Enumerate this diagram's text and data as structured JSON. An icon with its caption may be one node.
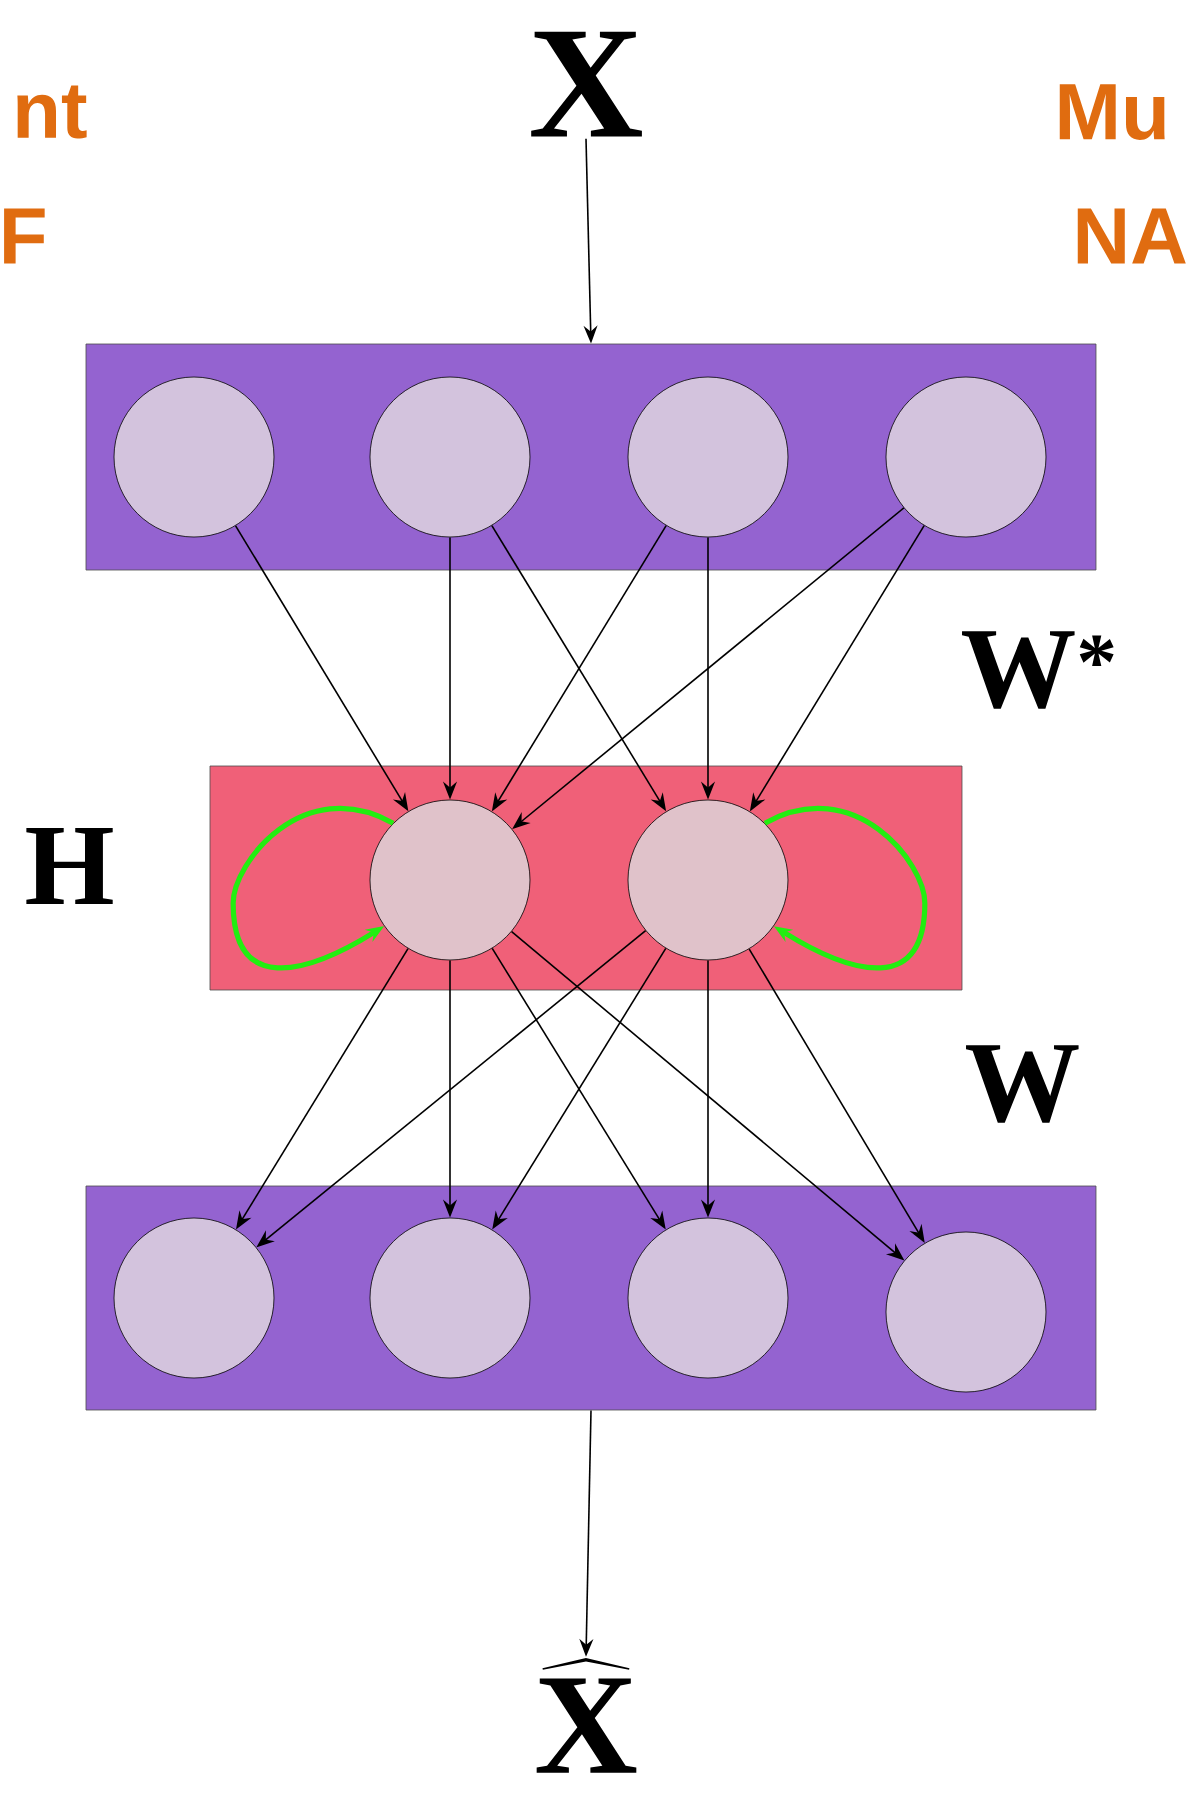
{
  "diagram": {
    "nodes": [
      {
        "text": [],
        "shape": "box"
      },
      {
        "text": [],
        "shape": "circle",
        "in": 0
      },
      {
        "text": [],
        "shape": "circle",
        "in": 0
      },
      {
        "text": [],
        "shape": "circle",
        "in": 0
      },
      {
        "text": [],
        "shape": "circle",
        "in": 0
      },
      {
        "text": [],
        "shape": "box"
      },
      {
        "text": [],
        "shape": "circle",
        "in": 5
      },
      {
        "text": [],
        "shape": "circle",
        "in": 5
      },
      {
        "text": [],
        "shape": "box"
      },
      {
        "text": [],
        "shape": "circle",
        "in": 8
      },
      {
        "text": [],
        "shape": "circle",
        "in": 8
      },
      {
        "text": [],
        "shape": "circle",
        "in": 8
      },
      {
        "text": [],
        "shape": "circle",
        "in": 8
      },
      {
        "text": [
          "X"
        ]
      },
      {
        "text": [
          "\\widehat{\\mathbf{X}}"
        ]
      }
    ],
    "edges": [
      {
        "from": 13,
        "to": 0,
        "arrow": "to"
      },
      {
        "from": 1,
        "to": 6,
        "arrow": "to"
      },
      {
        "from": 2,
        "to": 6,
        "arrow": "to"
      },
      {
        "from": 2,
        "to": 7,
        "arrow": "to"
      },
      {
        "from": 3,
        "to": 6,
        "arrow": "to"
      },
      {
        "from": 3,
        "to": 7,
        "arrow": "to"
      },
      {
        "from": 4,
        "to": 6,
        "arrow": "to"
      },
      {
        "from": 4,
        "to": 7,
        "arrow": "to"
      },
      {
        "from": 6,
        "to": 6,
        "arrow": "to",
        "style": "thick",
        "color": "#22ee11"
      },
      {
        "from": 7,
        "to": 7,
        "arrow": "to",
        "style": "thick",
        "color": "#22ee11"
      },
      {
        "from": 6,
        "to": 9,
        "arrow": "to"
      },
      {
        "from": 6,
        "to": 10,
        "arrow": "to"
      },
      {
        "from": 6,
        "to": 11,
        "arrow": "to"
      },
      {
        "from": 6,
        "to": 12,
        "arrow": "to"
      },
      {
        "from": 7,
        "to": 9,
        "arrow": "to"
      },
      {
        "from": 7,
        "to": 10,
        "arrow": "to"
      },
      {
        "from": 7,
        "to": 11,
        "arrow": "to"
      },
      {
        "from": 7,
        "to": 12,
        "arrow": "to"
      },
      {
        "from": 8,
        "to": 14,
        "arrow": "to"
      }
    ],
    "labels": [
      "nt",
      "Mu",
      "F",
      "NA",
      "W$^{*}$",
      "H",
      "W"
    ]
  }
}
